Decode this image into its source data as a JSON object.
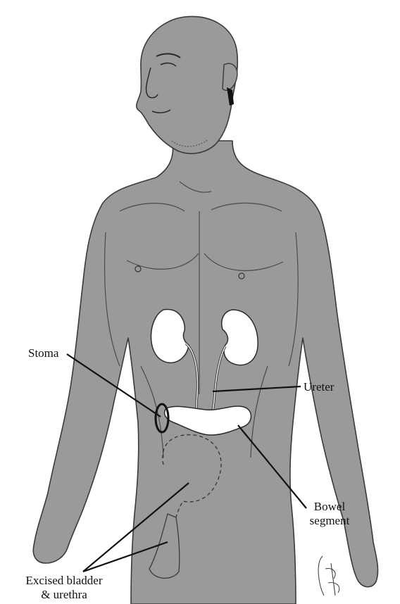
{
  "labels": {
    "stoma": "Stoma",
    "ureter": "Ureter",
    "bowel_segment_line1": "Bowel",
    "bowel_segment_line2": "segment",
    "excised_line1": "Excised bladder",
    "excised_line2": "& urethra"
  },
  "colors": {
    "body_fill": "#9a9a9a",
    "outline": "#3a3a3a",
    "organ_fill": "#ffffff",
    "leader_line": "#111111",
    "background": "#ffffff"
  }
}
